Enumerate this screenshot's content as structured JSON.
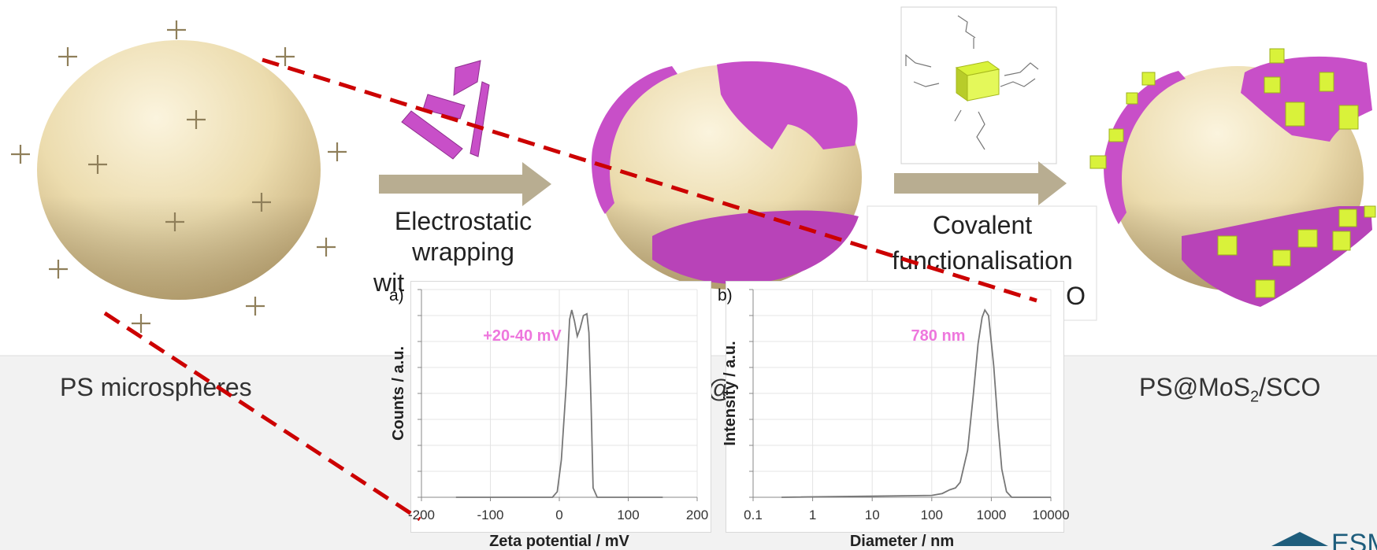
{
  "colors": {
    "sphere_light": "#f7ecd0",
    "sphere_dark": "#c9b07a",
    "mos2_magenta": "#c84fc8",
    "sco_yellow": "#d9f23a",
    "arrow_tan": "#b8ad91",
    "plus_color": "#8f7f5a",
    "zoom_line_red": "#cc0000",
    "annotation_pink": "#ee77dd",
    "curve_gray": "#777777",
    "logo_blue": "#1e5d7c"
  },
  "scheme": {
    "step1_lines": [
      "Electrostatic",
      "wrapping",
      "wit"
    ],
    "step2_lines": [
      "Covalent",
      "functionalisation",
      "O"
    ],
    "caption_left": "PS microspheres",
    "caption_mid_fragment": "@",
    "caption_right_prefix": "PS@MoS",
    "caption_right_sub": "2",
    "caption_right_suffix": "/SCO",
    "logo_text": "ESM"
  },
  "chart_data": [
    {
      "type": "line",
      "panel_label": "a)",
      "xlabel": "Zeta potential / mV",
      "ylabel": "Counts / a.u.",
      "xlim": [
        -200,
        200
      ],
      "xticks": [
        -200,
        -100,
        0,
        100,
        200
      ],
      "tick_labels": [
        "-200",
        "-100",
        "0",
        "100",
        "200"
      ],
      "annotation": "+20-40 mV",
      "grid": true,
      "series": [
        {
          "x": [
            -150,
            -10,
            -3,
            3,
            10,
            15,
            18,
            22,
            26,
            30,
            35,
            40,
            43,
            46,
            49,
            55,
            150
          ],
          "y": [
            0,
            0,
            0.03,
            0.2,
            0.6,
            0.95,
            1.0,
            0.94,
            0.86,
            0.9,
            0.97,
            0.98,
            0.88,
            0.5,
            0.05,
            0,
            0
          ]
        }
      ]
    },
    {
      "type": "line",
      "panel_label": "b)",
      "xlabel": "Diameter / nm",
      "ylabel": "Intensity / a.u.",
      "xscale": "log",
      "xlim": [
        0.1,
        10000
      ],
      "xticks": [
        0.1,
        1,
        10,
        100,
        1000,
        10000
      ],
      "tick_labels": [
        "0.1",
        "1",
        "10",
        "100",
        "1000",
        "10000"
      ],
      "annotation": "780 nm",
      "grid": true,
      "series": [
        {
          "x": [
            0.3,
            100,
            150,
            200,
            250,
            300,
            400,
            500,
            600,
            700,
            780,
            900,
            1100,
            1300,
            1500,
            1800,
            2200,
            10000
          ],
          "y": [
            0,
            0.01,
            0.02,
            0.04,
            0.05,
            0.08,
            0.25,
            0.55,
            0.82,
            0.96,
            1.0,
            0.97,
            0.7,
            0.38,
            0.15,
            0.03,
            0,
            0
          ]
        }
      ]
    }
  ]
}
